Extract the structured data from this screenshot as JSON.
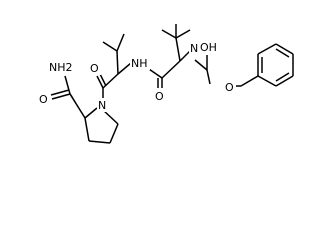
{
  "structure": {
    "atom_labels": {
      "amide_nh2": "NH2",
      "amide_o": "O",
      "proline_n": "N",
      "carbonyl1_o": "O",
      "amide_nh1": "NH",
      "carbonyl2_o": "O",
      "carbamate_nh": "NH",
      "carbamate_oh": "OH",
      "carbamate_o": "O"
    }
  }
}
